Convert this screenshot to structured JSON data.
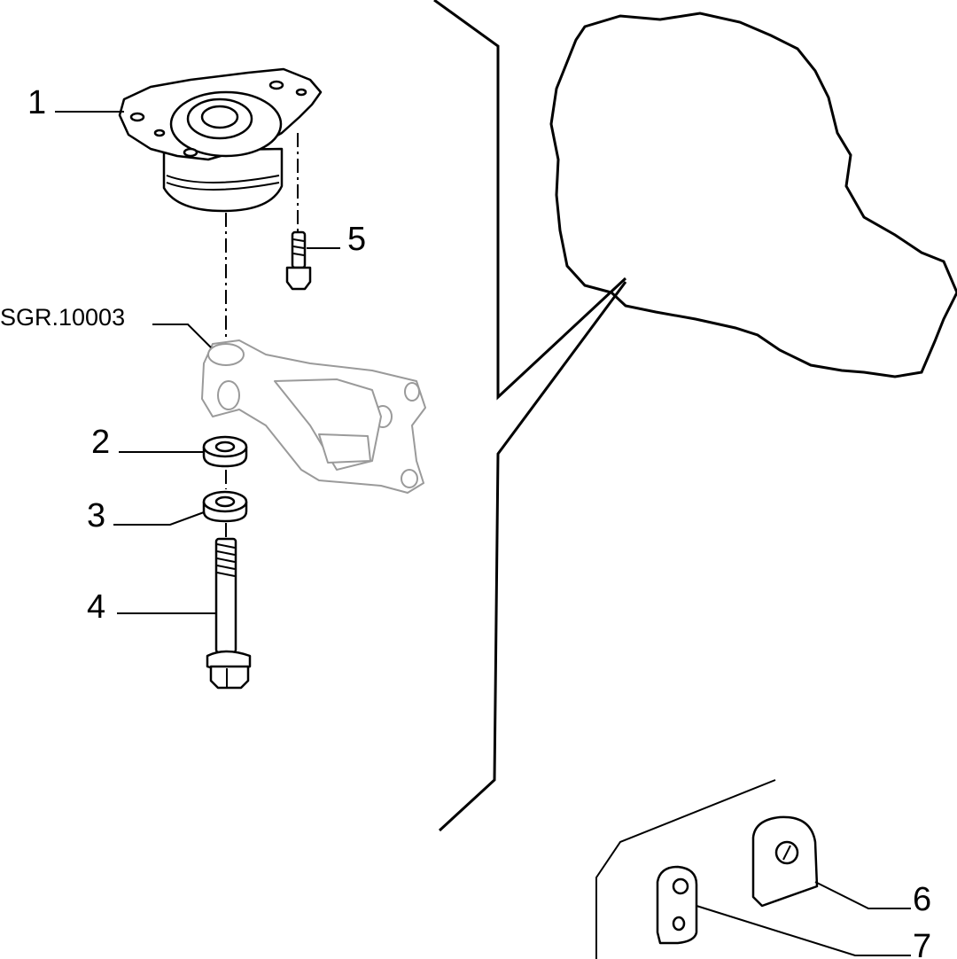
{
  "labels": {
    "part_1": "1",
    "part_2": "2",
    "part_3": "3",
    "part_4": "4",
    "part_5": "5",
    "part_6": "6",
    "part_7": "7",
    "reference": "SGR.10003"
  }
}
